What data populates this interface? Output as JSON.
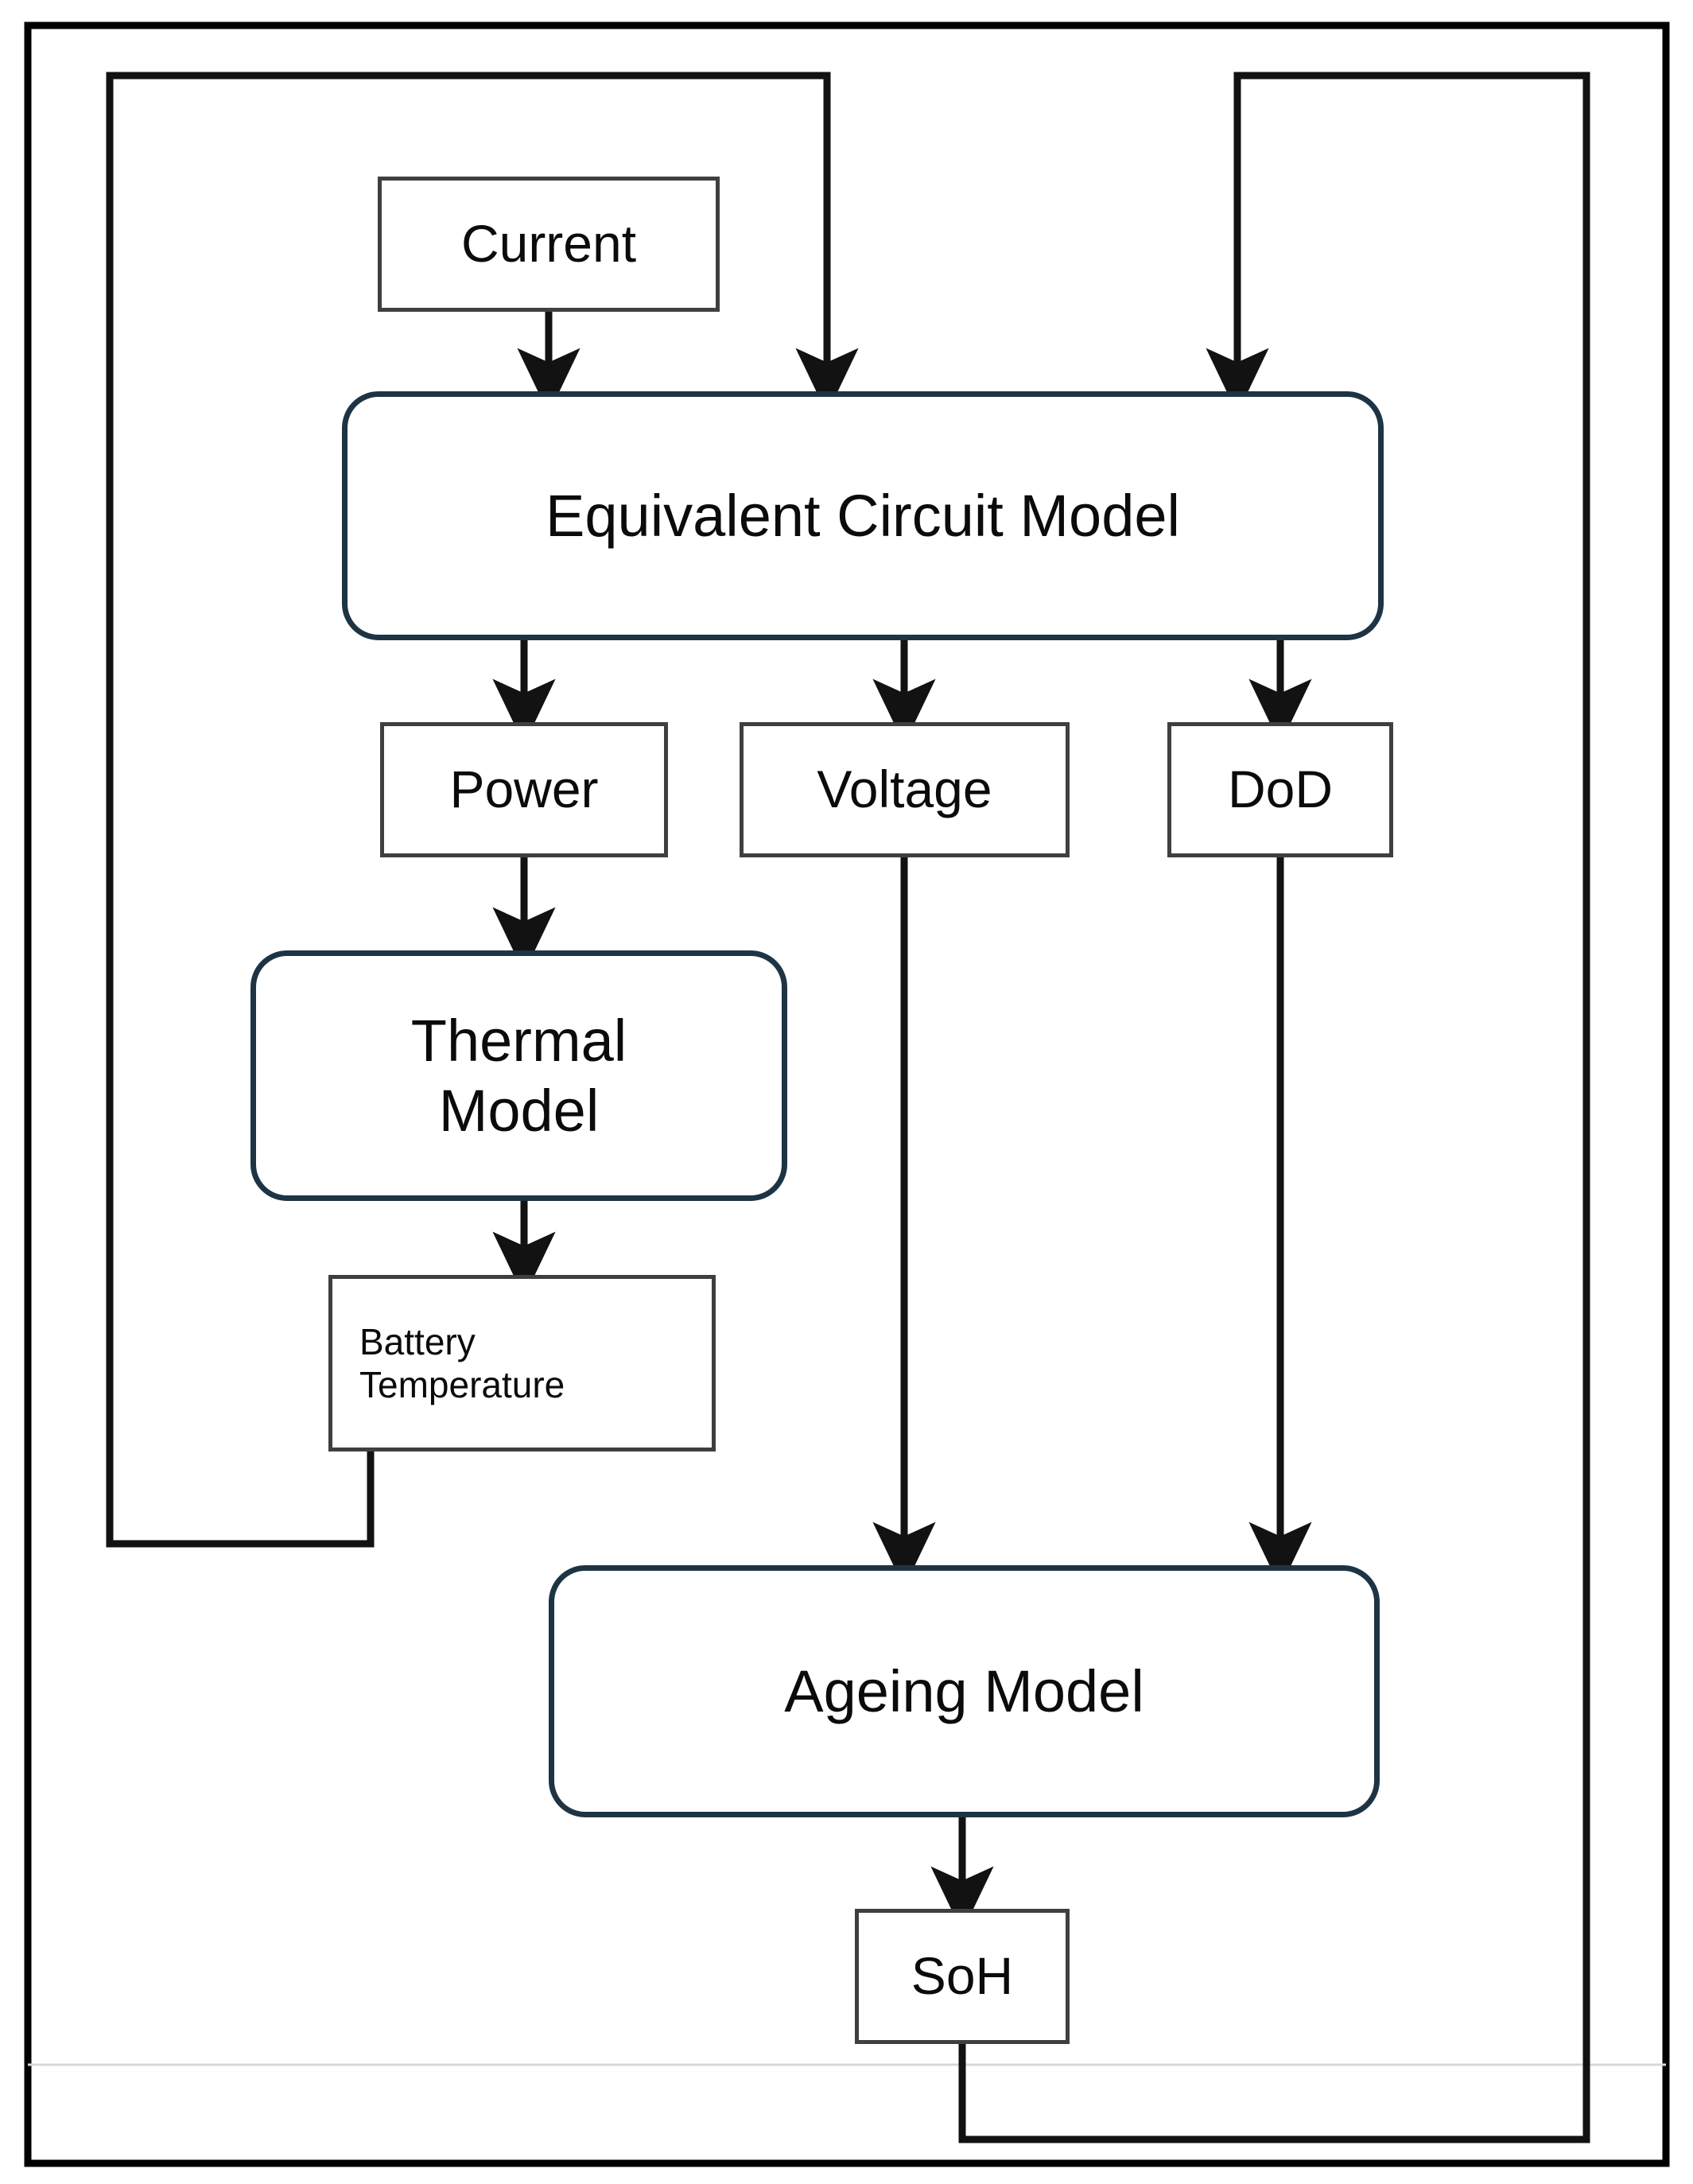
{
  "diagram": {
    "title": "Battery model block diagram",
    "type": "flowchart",
    "colors": {
      "frame": "#000000",
      "model_border": "#1d3445",
      "signal_border": "#3f3f3f",
      "connector": "#121212",
      "background": "#ffffff"
    },
    "nodes": [
      {
        "id": "current",
        "label": "Current",
        "shape": "rectangle",
        "role": "input-signal"
      },
      {
        "id": "ecm",
        "label": "Equivalent Circuit Model",
        "shape": "rounded-rectangle",
        "role": "model"
      },
      {
        "id": "power",
        "label": "Power",
        "shape": "rectangle",
        "role": "signal"
      },
      {
        "id": "voltage",
        "label": "Voltage",
        "shape": "rectangle",
        "role": "signal"
      },
      {
        "id": "dod",
        "label": "DoD",
        "shape": "rectangle",
        "role": "signal"
      },
      {
        "id": "thermal",
        "label": "Thermal\nModel",
        "shape": "rounded-rectangle",
        "role": "model"
      },
      {
        "id": "battemp",
        "label": "Battery\nTemperature",
        "shape": "rectangle",
        "role": "signal"
      },
      {
        "id": "ageing",
        "label": "Ageing Model",
        "shape": "rounded-rectangle",
        "role": "model"
      },
      {
        "id": "soh",
        "label": "SoH",
        "shape": "rectangle",
        "role": "output-signal"
      }
    ],
    "node_labels": {
      "current": "Current",
      "ecm": "Equivalent Circuit Model",
      "power": "Power",
      "voltage": "Voltage",
      "dod": "DoD",
      "thermal_line1": "Thermal",
      "thermal_line2": "Model",
      "battemp_line1": "Battery",
      "battemp_line2": "Temperature",
      "ageing": "Ageing Model",
      "soh": "SoH"
    },
    "edges": [
      {
        "from": "current",
        "to": "ecm",
        "arrow": true,
        "style": "straight"
      },
      {
        "from": "ecm",
        "to": "power",
        "arrow": true,
        "style": "straight"
      },
      {
        "from": "ecm",
        "to": "voltage",
        "arrow": true,
        "style": "straight"
      },
      {
        "from": "ecm",
        "to": "dod",
        "arrow": true,
        "style": "straight"
      },
      {
        "from": "power",
        "to": "thermal",
        "arrow": true,
        "style": "straight"
      },
      {
        "from": "thermal",
        "to": "battemp",
        "arrow": true,
        "style": "straight"
      },
      {
        "from": "voltage",
        "to": "ageing",
        "arrow": true,
        "style": "straight"
      },
      {
        "from": "dod",
        "to": "ageing",
        "arrow": true,
        "style": "straight"
      },
      {
        "from": "ageing",
        "to": "soh",
        "arrow": true,
        "style": "straight"
      },
      {
        "from": "battemp",
        "to": "ecm",
        "arrow": true,
        "style": "feedback-left"
      },
      {
        "from": "soh",
        "to": "ecm",
        "arrow": true,
        "style": "feedback-right"
      }
    ]
  }
}
